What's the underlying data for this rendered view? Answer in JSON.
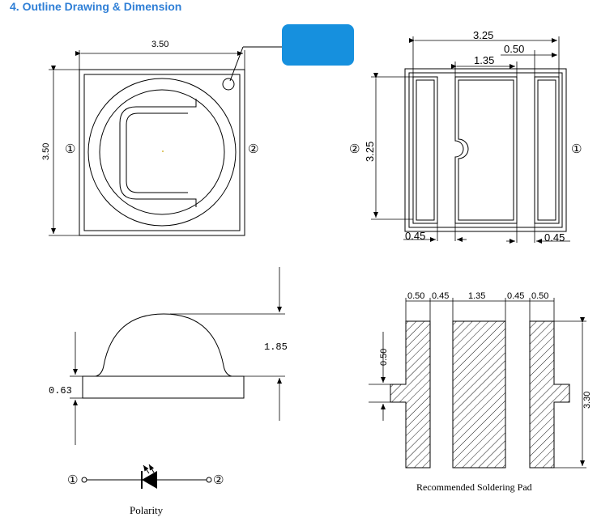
{
  "header": {
    "title": "4.  Outline Drawing & Dimension"
  },
  "colors": {
    "heading": "#2f7fd6",
    "badge": "#1690de",
    "line": "#000000"
  },
  "top_view": {
    "width": "3.50",
    "height": "3.50",
    "pin1": "①",
    "pin2": "②"
  },
  "bottom_view": {
    "width": "3.25",
    "pad_width": "0.50",
    "center_pad": "1.35",
    "height": "3.25",
    "gap_left": "0.45",
    "gap_right": "0.45",
    "pin1": "①",
    "pin2": "②"
  },
  "side_view": {
    "dome_height": "1.85",
    "base_height": "0.63"
  },
  "polarity": {
    "pin1": "①",
    "pin2": "②",
    "label": "Polarity"
  },
  "solder_pad": {
    "pad1": "0.50",
    "gap1": "0.45",
    "center": "1.35",
    "gap2": "0.45",
    "pad2": "0.50",
    "tab": "0.50",
    "height": "3.30",
    "label": "Recommended Soldering Pad"
  }
}
